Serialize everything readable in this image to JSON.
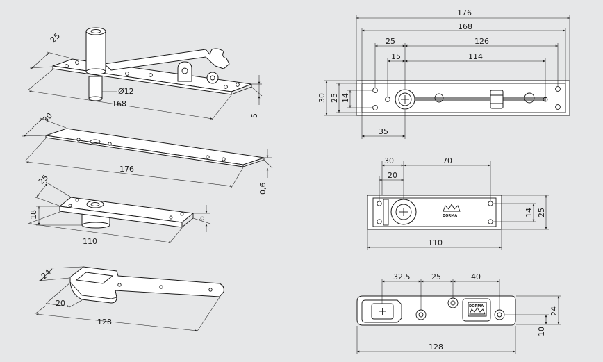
{
  "colors": {
    "background": "#e6e7e8",
    "line": "#1a1a1a",
    "part": "#ffffff"
  },
  "views": {
    "pivot_iso": {
      "dim_25": "25",
      "dim_diam_12": "Ø12",
      "dim_168": "168",
      "dim_5": "5"
    },
    "plate_iso": {
      "dim_30": "30",
      "dim_176": "176",
      "dim_0_6": "0,6"
    },
    "bottom_plate_iso": {
      "dim_25": "25",
      "dim_18": "18",
      "dim_6": "6",
      "dim_110": "110"
    },
    "arm_iso": {
      "dim_24": "24",
      "dim_20": "20",
      "dim_128": "128"
    },
    "pivot_top": {
      "dim_176": "176",
      "dim_168": "168",
      "dim_25": "25",
      "dim_126": "126",
      "dim_15": "15",
      "dim_114": "114",
      "dim_30": "30",
      "dim_25_v": "25",
      "dim_14": "14",
      "dim_35": "35"
    },
    "bottom_top": {
      "dim_30": "30",
      "dim_70": "70",
      "dim_20": "20",
      "dim_14": "14",
      "dim_25": "25",
      "dim_110": "110",
      "brand": "DORMA"
    },
    "arm_top": {
      "dim_32_5": "32.5",
      "dim_25": "25",
      "dim_40": "40",
      "dim_24": "24",
      "dim_10": "10",
      "dim_128": "128",
      "brand": "DORMA"
    }
  }
}
